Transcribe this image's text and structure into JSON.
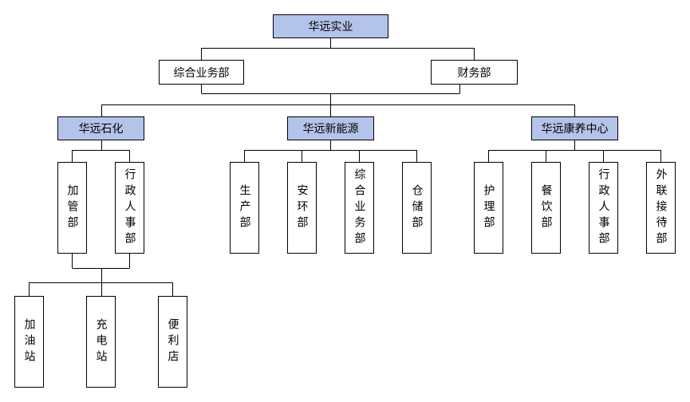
{
  "org": {
    "root": "华远实业",
    "level1": {
      "general": "综合业务部",
      "finance": "财务部"
    },
    "divisions": {
      "petro": "华远石化",
      "energy": "华远新能源",
      "care": "华远康养中心"
    },
    "petro_depts": {
      "management": "加管部",
      "admin_hr": "行政人事部"
    },
    "petro_units": {
      "gas_station": "加油站",
      "charging_station": "充电站",
      "store": "便利店"
    },
    "energy_depts": {
      "production": "生产部",
      "safety_env": "安环部",
      "general": "综合业务部",
      "warehouse": "仓储部"
    },
    "care_depts": {
      "nursing": "护理部",
      "catering": "餐饮部",
      "admin_hr": "行政人事部",
      "reception": "外联接待部"
    }
  },
  "colors": {
    "highlight": "#b4c3ea",
    "border": "#000000",
    "line": "#000000"
  }
}
